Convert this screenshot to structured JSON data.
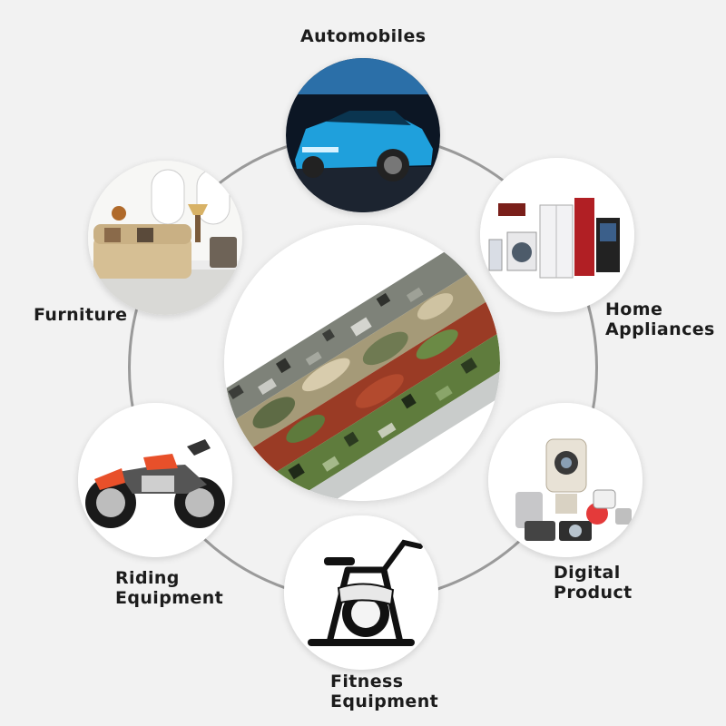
{
  "center": {
    "icon": "camouflage-vinyl-rolls-icon"
  },
  "categories": [
    {
      "id": "automobiles",
      "lines": [
        "Automobiles"
      ],
      "icon": "blue-sports-car-icon"
    },
    {
      "id": "home-appliances",
      "lines": [
        "Home",
        "Appliances"
      ],
      "icon": "appliances-icon"
    },
    {
      "id": "digital-product",
      "lines": [
        "Digital",
        "Product"
      ],
      "icon": "security-camera-icon"
    },
    {
      "id": "fitness-equipment",
      "lines": [
        "Fitness",
        "Equipment"
      ],
      "icon": "exercise-bike-icon"
    },
    {
      "id": "riding-equipment",
      "lines": [
        "Riding",
        "Equipment"
      ],
      "icon": "motorcycle-icon"
    },
    {
      "id": "furniture",
      "lines": [
        "Furniture"
      ],
      "icon": "sofa-room-icon"
    }
  ],
  "colors": {
    "background": "#f2f2f2",
    "ring": "#9a9a9a",
    "text": "#1c1c1c"
  }
}
